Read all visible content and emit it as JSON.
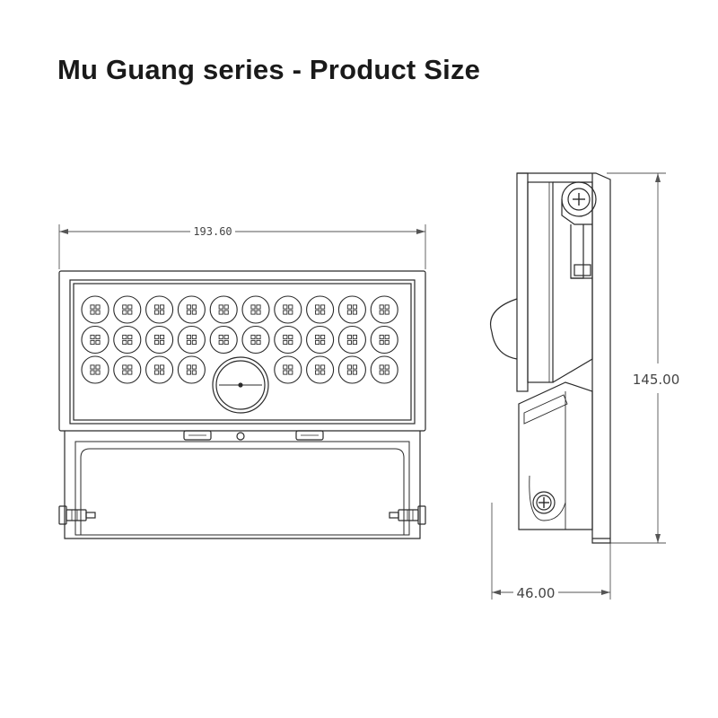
{
  "title": "Mu Guang series - Product Size",
  "dimensions": {
    "width": "193.60",
    "height": "145.00",
    "depth": "46.00"
  },
  "led_grid": {
    "rows": 3,
    "cols": 10,
    "sensor_row": 2,
    "sensor_cols": [
      4,
      5
    ]
  },
  "colors": {
    "line": "#2a2a2a",
    "dim": "#555555",
    "title": "#1a1a1a"
  }
}
